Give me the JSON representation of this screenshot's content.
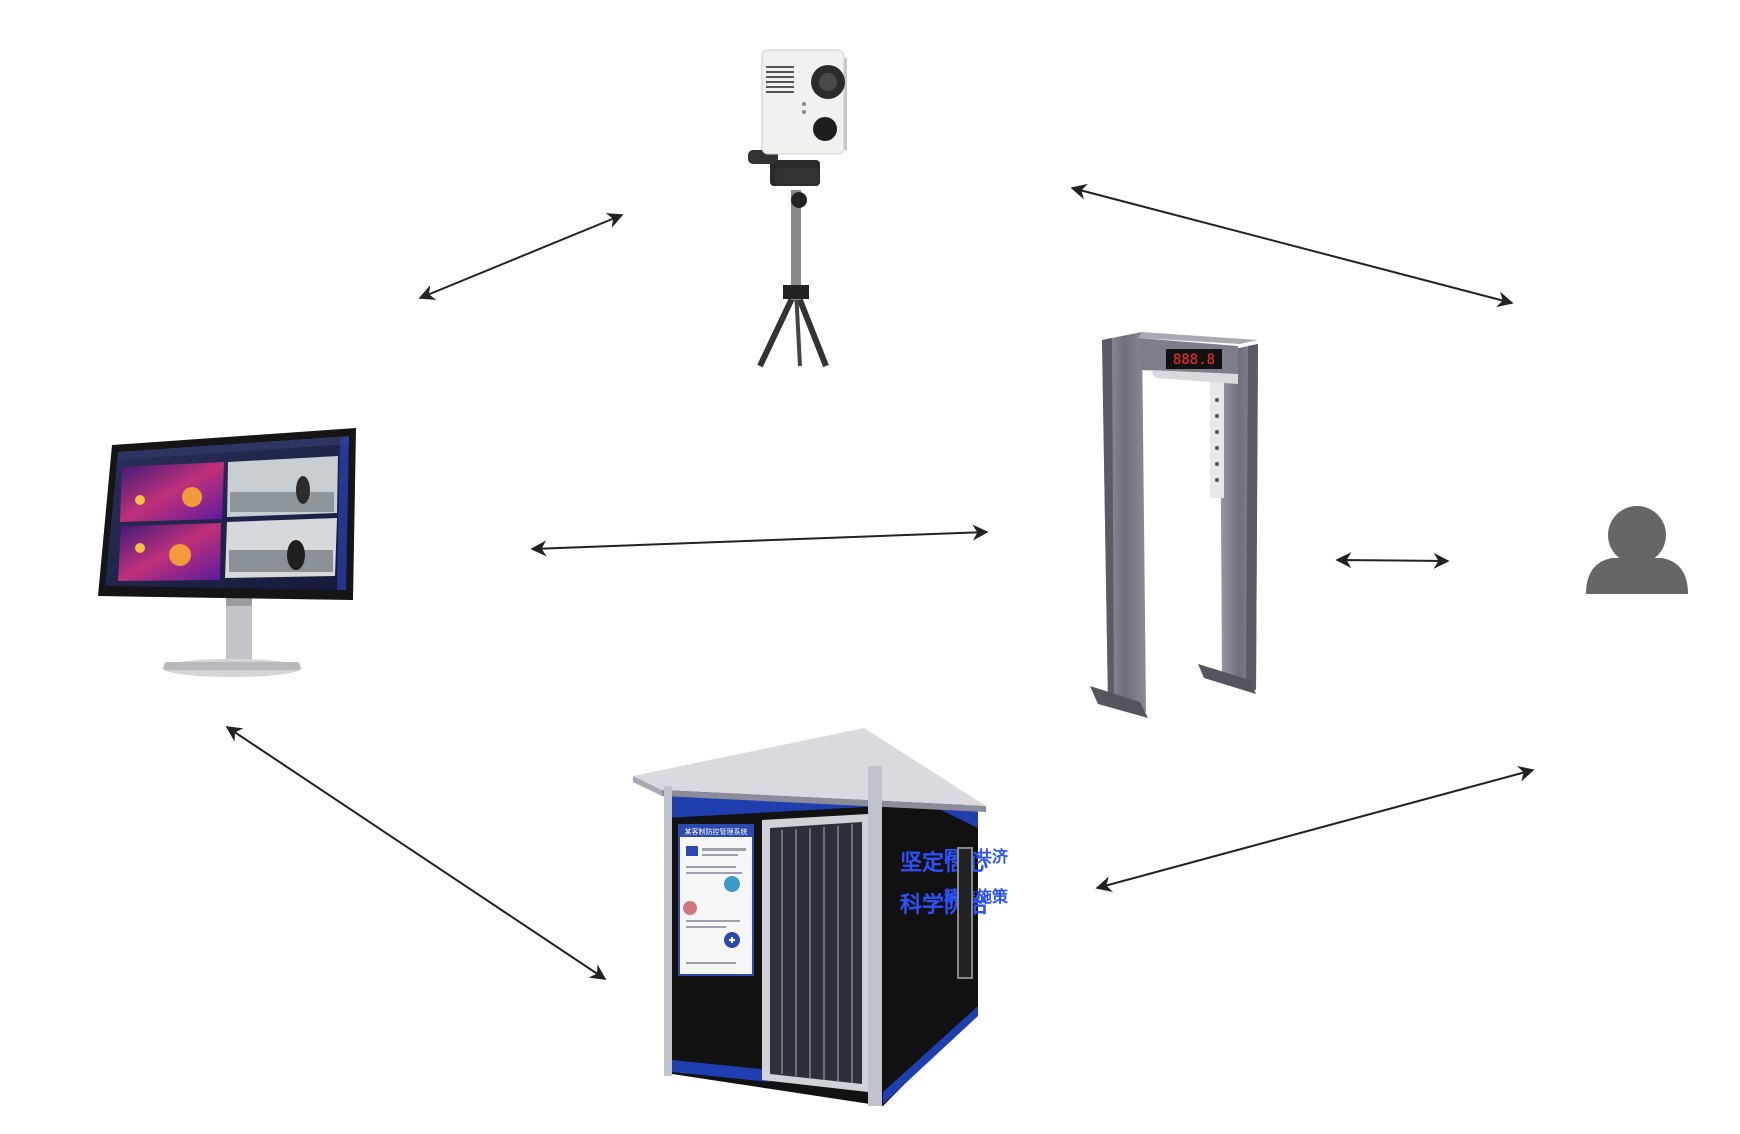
{
  "diagram": {
    "type": "system-connection-diagram",
    "nodes": [
      {
        "id": "monitor",
        "icon": "monitor-icon",
        "description": "computer monitor with thermal camera feeds"
      },
      {
        "id": "thermal-camera",
        "icon": "thermal-camera-icon",
        "description": "thermal imaging camera on tripod"
      },
      {
        "id": "walkthrough-gate",
        "icon": "walkthrough-gate-icon",
        "description": "walk-through detector gate with display"
      },
      {
        "id": "person",
        "icon": "person-icon",
        "description": "user silhouette"
      },
      {
        "id": "booth",
        "icon": "disinfection-booth-icon",
        "description": "disinfection booth kiosk"
      }
    ],
    "connections": [
      {
        "from": "monitor",
        "to": "thermal-camera",
        "bidirectional": true
      },
      {
        "from": "thermal-camera",
        "to": "person",
        "bidirectional": true
      },
      {
        "from": "monitor",
        "to": "walkthrough-gate",
        "bidirectional": true
      },
      {
        "from": "walkthrough-gate",
        "to": "person",
        "bidirectional": true
      },
      {
        "from": "monitor",
        "to": "booth",
        "bidirectional": true
      },
      {
        "from": "booth",
        "to": "person",
        "bidirectional": true
      }
    ]
  },
  "booth": {
    "slogan_left": [
      "坚定信心",
      "科学防治"
    ],
    "slogan_right": [
      "同舟共济",
      "精准施策"
    ],
    "poster_title": "某客制防控管理系统"
  },
  "gate": {
    "display_value": "888.8"
  },
  "colors": {
    "arrow": "#222222",
    "booth_blue": "#1f3fb0",
    "booth_black": "#141414",
    "gate_gray": "#7c7c88",
    "person_gray": "#666666"
  }
}
